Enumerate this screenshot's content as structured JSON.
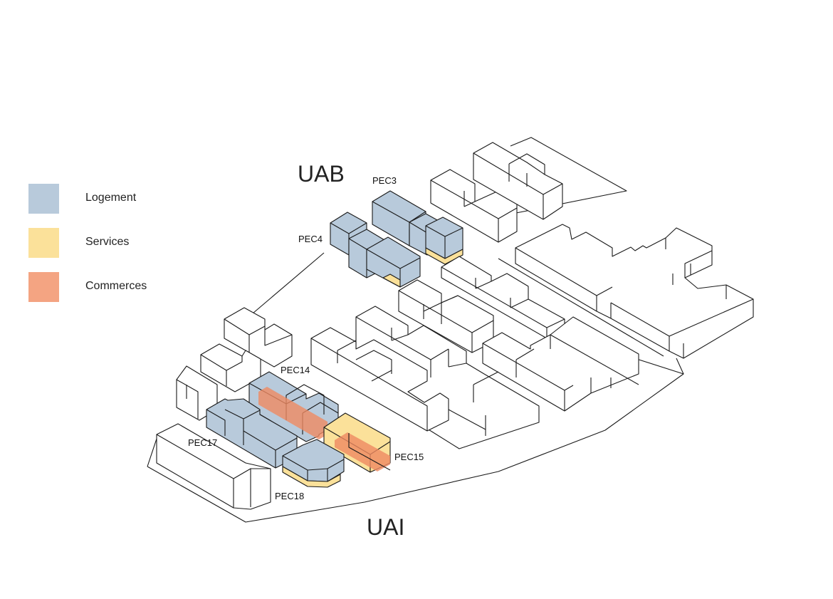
{
  "legend": {
    "items": [
      {
        "label": "Logement",
        "color": "#b8cadb"
      },
      {
        "label": "Services",
        "color": "#fbe19a"
      },
      {
        "label": "Commerces",
        "color": "#f4a482"
      }
    ]
  },
  "zones": {
    "top": "UAB",
    "bottom": "UAI"
  },
  "parcels": {
    "pec3": "PEC3",
    "pec4": "PEC4",
    "pec14": "PEC14",
    "pec15": "PEC15",
    "pec17": "PEC17",
    "pec18": "PEC18"
  }
}
